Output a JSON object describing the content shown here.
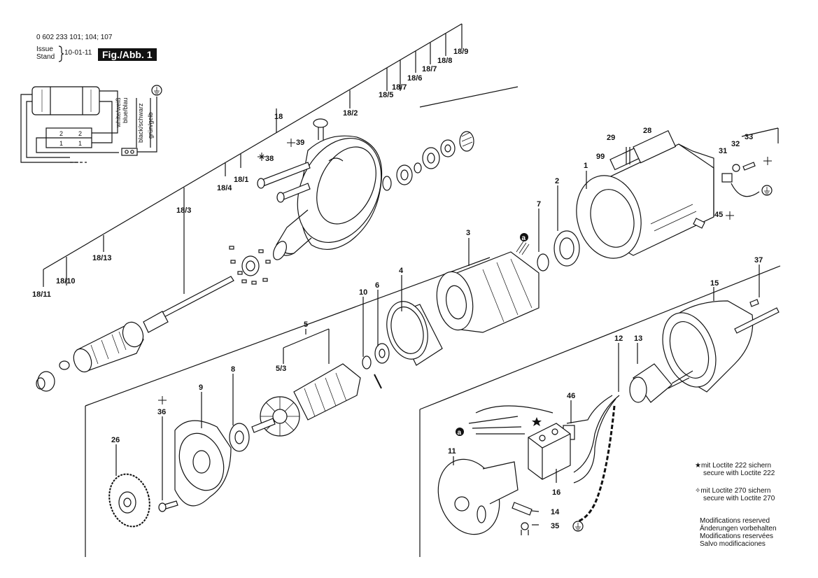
{
  "header": {
    "part_number": "0 602 233 101; 104; 107",
    "issue_label": "Issue",
    "stand_label": "Stand",
    "date": "10-01-11",
    "figure": "Fig./Abb. 1"
  },
  "wiring": {
    "wires": [
      "white/weiß",
      "blue/blau",
      "black/schwarz",
      "grün/gelb"
    ],
    "terminals": [
      "2",
      "2",
      "1",
      "1"
    ],
    "ground_symbol": "⏚"
  },
  "callouts": {
    "p18": "18",
    "p18_1": "18/1",
    "p18_2": "18/2",
    "p18_3": "18/3",
    "p18_4": "18/4",
    "p18_5": "18/5",
    "p18_6": "18/6",
    "p18_7a": "18/7",
    "p18_7b": "18/7",
    "p18_8": "18/8",
    "p18_9": "18/9",
    "p18_10": "18/10",
    "p18_11": "18/11",
    "p18_13": "18/13",
    "p38": "38",
    "p39": "39",
    "p1": "1",
    "p2": "2",
    "p3": "3",
    "p4": "4",
    "p5": "5",
    "p5_3": "5/3",
    "p6": "6",
    "p7": "7",
    "p8": "8",
    "p9": "9",
    "p10": "10",
    "p11": "11",
    "p12": "12",
    "p13": "13",
    "p14": "14",
    "p15": "15",
    "p16": "16",
    "p26": "26",
    "p28": "28",
    "p29": "29",
    "p31": "31",
    "p32": "32",
    "p33": "33",
    "p35": "35",
    "p36": "36",
    "p37": "37",
    "p45": "45",
    "p46": "46",
    "p99": "99",
    "ref_a": "a"
  },
  "legend": {
    "star_line1": "mit Loctite 222 sichern",
    "star_line2": "secure with Loctite 222",
    "cross_line1": "mit Loctite 270 sichern",
    "cross_line2": "secure with Loctite 270"
  },
  "notes": [
    "Modifications reserved",
    "Änderungen vorbehalten",
    "Modifications reservées",
    "Salvo modificaciones"
  ]
}
